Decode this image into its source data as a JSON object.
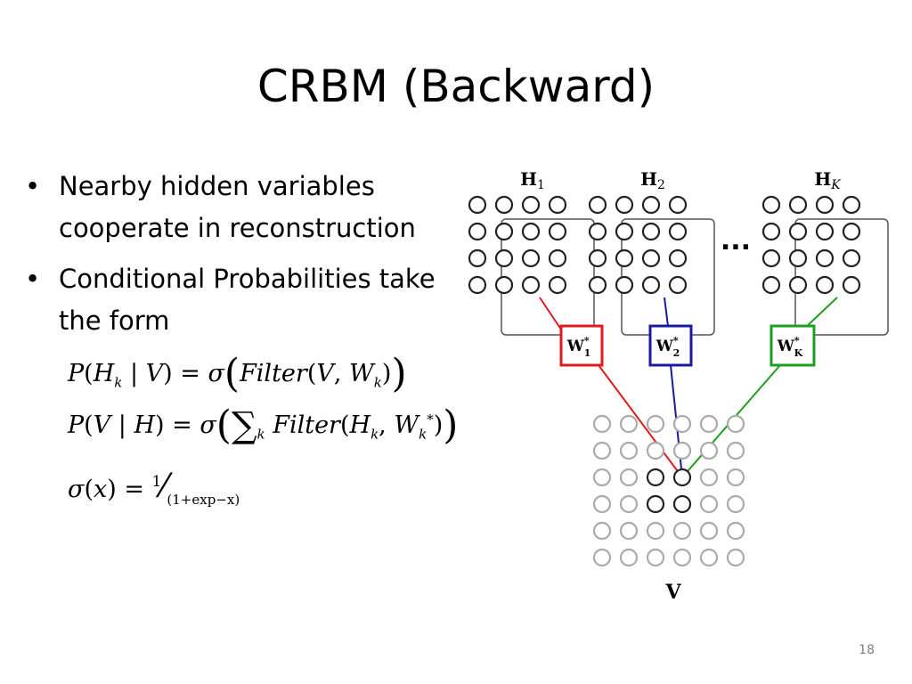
{
  "slide": {
    "title": "CRBM (Backward)",
    "page_number": "18"
  },
  "bullets": [
    "Nearby hidden variables cooperate in reconstruction",
    "Conditional Probabilities take the form"
  ],
  "formulas": {
    "f1": {
      "P": "P",
      "H": "H",
      "k": "k",
      "V": "V",
      "Filter": "Filter",
      "W": "W",
      "sigma": "σ"
    },
    "f2": {
      "P": "P",
      "V": "V",
      "H": "H",
      "k": "k",
      "Filter": "Filter",
      "W": "W",
      "star": "*",
      "sigma": "σ"
    },
    "f3": {
      "sigma": "σ",
      "x": "x",
      "num": "1",
      "den": "(1+exp−x)"
    }
  },
  "diagram": {
    "hidden_labels": [
      {
        "base": "H",
        "sub": "1"
      },
      {
        "base": "H",
        "sub": "2"
      },
      {
        "base": "H",
        "sub": "K"
      }
    ],
    "ellipsis": "...",
    "weight_labels": [
      {
        "base": "W",
        "sup": "*",
        "sub": "1",
        "color": "#e01b1b"
      },
      {
        "base": "W",
        "sup": "*",
        "sub": "2",
        "color": "#1a1a9e"
      },
      {
        "base": "W",
        "sup": "*",
        "sub": "K",
        "color": "#1e9e1e"
      }
    ],
    "visible_label": "V",
    "colors": {
      "red": "#e01b1b",
      "blue": "#1a1a9e",
      "green": "#1e9e1e",
      "gray_node": "#aaaaaa",
      "dark_node": "#222222"
    }
  }
}
